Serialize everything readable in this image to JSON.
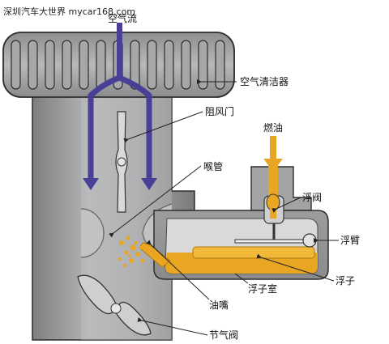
{
  "watermark": "深圳汽车大世界 mycar168.com",
  "labels": {
    "airflow": "空气流",
    "air_cleaner": "空气清洁器",
    "choke_valve": "阻风门",
    "venturi": "喉管",
    "fuel": "燃油",
    "float_valve": "浮阀",
    "float_arm": "浮臂",
    "float": "浮子",
    "float_chamber": "浮子室",
    "nozzle": "油嘴",
    "throttle_valve": "节气阀"
  },
  "colors": {
    "body_gray": "#9fa0a1",
    "body_dark": "#6f7071",
    "air_arrow": "#4a3f97",
    "fuel_orange": "#e8a623",
    "outline": "#2d2d2d"
  }
}
